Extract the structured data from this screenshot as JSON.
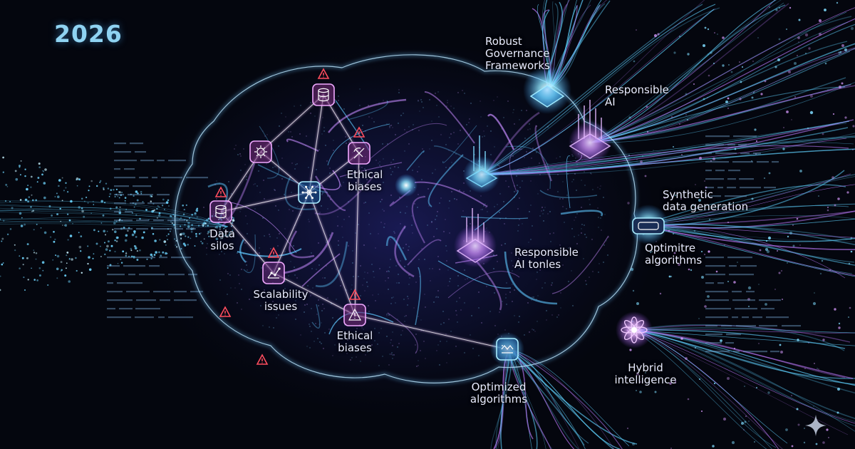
{
  "year": "2026",
  "labels": {
    "robust_governance": "Robust\nGovernance\nFrameworks",
    "responsible_ai_top": "Responsible\nAI",
    "ethical_biases_top": "Ethical\nbiases",
    "data_silos": "Data\nsilos",
    "scalability_issues": "Scalability\nissues",
    "ethical_biases_bottom": "Ethical\nbiases",
    "responsible_ai_tools": "Responsible\nAI tonles",
    "synthetic_data": "Synthetic\ndata generation",
    "optimitre_algorithms": "Optimitre\nalgorithms",
    "optimized_algorithms": "Optimized\nalgorithms",
    "hybrid_intelligence": "Hybrid\nintelligence"
  },
  "icons": {
    "database": "database-icon",
    "warning": "warning-icon",
    "network": "network-hub-icon",
    "gear": "gear-icon",
    "chip": "chip-icon",
    "flower": "hybrid-flower-icon",
    "sparkle": "sparkle-icon"
  },
  "colors": {
    "background": "#04060e",
    "cyan": "#5fd2ff",
    "violet": "#c07bff",
    "warning": "#ff4d5e",
    "text": "#e9ecff",
    "year": "#8fd3f2"
  }
}
